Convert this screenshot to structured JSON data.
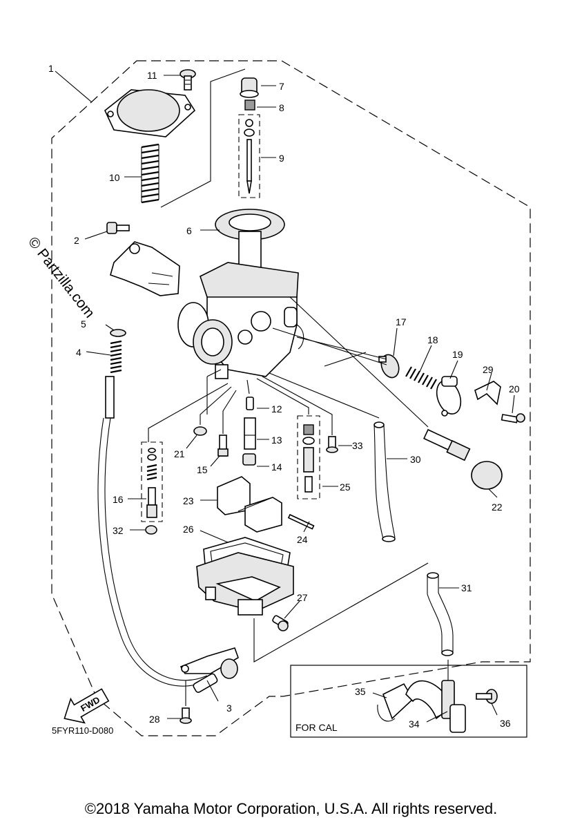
{
  "callouts": {
    "p1": "1",
    "p2": "2",
    "p3": "3",
    "p4": "4",
    "p5": "5",
    "p6": "6",
    "p7": "7",
    "p8": "8",
    "p9": "9",
    "p10": "10",
    "p11": "11",
    "p12": "12",
    "p13": "13",
    "p14": "14",
    "p15": "15",
    "p16": "16",
    "p17": "17",
    "p18": "18",
    "p19": "19",
    "p20": "20",
    "p21": "21",
    "p22": "22",
    "p23": "23",
    "p24": "24",
    "p25": "25",
    "p26": "26",
    "p27": "27",
    "p28": "28",
    "p29": "29",
    "p30": "30",
    "p31": "31",
    "p32": "32",
    "p33": "33",
    "p34": "34",
    "p35": "35",
    "p36": "36"
  },
  "for_cal_label": "FOR CAL",
  "diagram_code": "5FYR110-D080",
  "fwd_label": "FWD",
  "watermark": "© Partzilla.com",
  "copyright": "©2018 Yamaha Motor Corporation, U.S.A. All rights reserved."
}
